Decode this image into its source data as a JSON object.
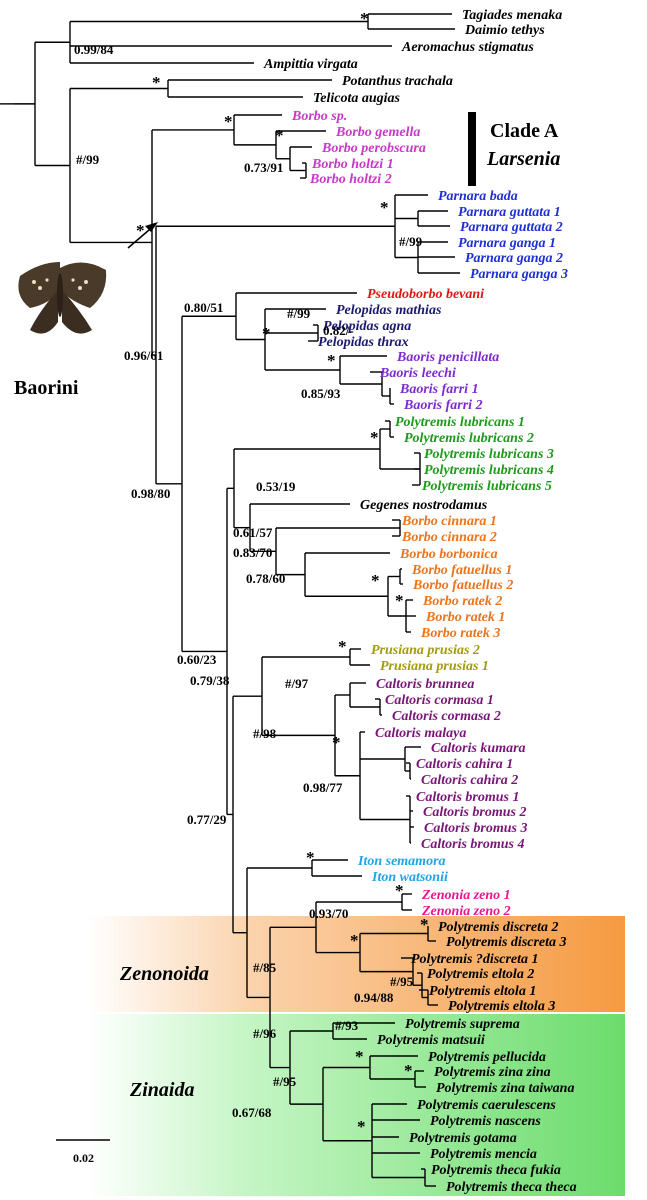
{
  "colors": {
    "outgroup": "#000000",
    "borbo_clade_a": "#c837c8",
    "parnara": "#1f2fd6",
    "pseudoborbo": "#e01515",
    "pelopidas": "#1a1a6e",
    "baoris": "#7b2bd0",
    "polytremis_lubricans": "#1c9a1c",
    "borbo_orange": "#e9741e",
    "prusiana": "#a39a16",
    "caltoris": "#7a1578",
    "iton": "#21a3e6",
    "zenonia": "#e6168f",
    "zenonoida_bg": "#f6a04c",
    "zinaida_bg": "#7de07d"
  },
  "tips": [
    {
      "label": "Tagiades menaka",
      "group": "outgroup"
    },
    {
      "label": "Daimio tethys",
      "group": "outgroup"
    },
    {
      "label": "Aeromachus stigmatus",
      "group": "outgroup"
    },
    {
      "label": "Ampittia virgata",
      "group": "outgroup"
    },
    {
      "label": "Potanthus trachala",
      "group": "outgroup"
    },
    {
      "label": "Telicota augias",
      "group": "outgroup"
    },
    {
      "label": "Borbo sp.",
      "group": "borbo_clade_a"
    },
    {
      "label": "Borbo gemella",
      "group": "borbo_clade_a"
    },
    {
      "label": "Borbo perobscura",
      "group": "borbo_clade_a"
    },
    {
      "label": "Borbo holtzi 1",
      "group": "borbo_clade_a"
    },
    {
      "label": "Borbo holtzi 2",
      "group": "borbo_clade_a"
    },
    {
      "label": "Parnara bada",
      "group": "parnara"
    },
    {
      "label": "Parnara guttata 1",
      "group": "parnara"
    },
    {
      "label": "Parnara guttata 2",
      "group": "parnara"
    },
    {
      "label": "Parnara ganga 1",
      "group": "parnara"
    },
    {
      "label": "Parnara ganga 2",
      "group": "parnara"
    },
    {
      "label": "Parnara ganga 3",
      "group": "parnara"
    },
    {
      "label": "Pseudoborbo bevani",
      "group": "pseudoborbo"
    },
    {
      "label": "Pelopidas mathias",
      "group": "pelopidas"
    },
    {
      "label": "Pelopidas agna",
      "group": "pelopidas"
    },
    {
      "label": "Pelopidas thrax",
      "group": "pelopidas"
    },
    {
      "label": "Baoris penicillata",
      "group": "baoris"
    },
    {
      "label": "Baoris leechi",
      "group": "baoris"
    },
    {
      "label": "Baoris farri 1",
      "group": "baoris"
    },
    {
      "label": "Baoris farri 2",
      "group": "baoris"
    },
    {
      "label": "Polytremis lubricans 1",
      "group": "polytremis_lubricans"
    },
    {
      "label": "Polytremis lubricans 2",
      "group": "polytremis_lubricans"
    },
    {
      "label": "Polytremis lubricans 3",
      "group": "polytremis_lubricans"
    },
    {
      "label": "Polytremis lubricans 4",
      "group": "polytremis_lubricans"
    },
    {
      "label": "Polytremis lubricans 5",
      "group": "polytremis_lubricans"
    },
    {
      "label": "Gegenes nostrodamus",
      "group": "outgroup"
    },
    {
      "label": "Borbo cinnara 1",
      "group": "borbo_orange"
    },
    {
      "label": "Borbo cinnara 2",
      "group": "borbo_orange"
    },
    {
      "label": "Borbo borbonica",
      "group": "borbo_orange"
    },
    {
      "label": "Borbo fatuellus 1",
      "group": "borbo_orange"
    },
    {
      "label": "Borbo fatuellus 2",
      "group": "borbo_orange"
    },
    {
      "label": "Borbo ratek 2",
      "group": "borbo_orange"
    },
    {
      "label": "Borbo ratek 1",
      "group": "borbo_orange"
    },
    {
      "label": "Borbo ratek 3",
      "group": "borbo_orange"
    },
    {
      "label": "Prusiana prusias 2",
      "group": "prusiana"
    },
    {
      "label": "Prusiana prusias 1",
      "group": "prusiana"
    },
    {
      "label": "Caltoris brunnea",
      "group": "caltoris"
    },
    {
      "label": "Caltoris cormasa 1",
      "group": "caltoris"
    },
    {
      "label": "Caltoris cormasa 2",
      "group": "caltoris"
    },
    {
      "label": "Caltoris malaya",
      "group": "caltoris"
    },
    {
      "label": "Caltoris kumara",
      "group": "caltoris"
    },
    {
      "label": "Caltoris cahira 1",
      "group": "caltoris"
    },
    {
      "label": "Caltoris cahira 2",
      "group": "caltoris"
    },
    {
      "label": "Caltoris bromus 1",
      "group": "caltoris"
    },
    {
      "label": "Caltoris bromus 2",
      "group": "caltoris"
    },
    {
      "label": "Caltoris bromus 3",
      "group": "caltoris"
    },
    {
      "label": "Caltoris bromus 4",
      "group": "caltoris"
    },
    {
      "label": "Iton semamora",
      "group": "iton"
    },
    {
      "label": "Iton watsonii",
      "group": "iton"
    },
    {
      "label": "Zenonia zeno 1",
      "group": "zenonia"
    },
    {
      "label": "Zenonia zeno 2",
      "group": "zenonia"
    },
    {
      "label": "Polytremis discreta 2",
      "group": "outgroup"
    },
    {
      "label": "Polytremis discreta 3",
      "group": "outgroup"
    },
    {
      "label": "Polytremis ?discreta 1",
      "group": "outgroup"
    },
    {
      "label": "Polytremis eltola 2",
      "group": "outgroup"
    },
    {
      "label": "Polytremis eltola 1",
      "group": "outgroup"
    },
    {
      "label": "Polytremis eltola 3",
      "group": "outgroup"
    },
    {
      "label": "Polytremis suprema",
      "group": "outgroup"
    },
    {
      "label": "Polytremis matsuii",
      "group": "outgroup"
    },
    {
      "label": "Polytremis pellucida",
      "group": "outgroup"
    },
    {
      "label": "Polytremis zina zina",
      "group": "outgroup"
    },
    {
      "label": "Polytremis zina taiwana",
      "group": "outgroup"
    },
    {
      "label": "Polytremis caerulescens",
      "group": "outgroup"
    },
    {
      "label": "Polytremis nascens",
      "group": "outgroup"
    },
    {
      "label": "Polytremis gotama",
      "group": "outgroup"
    },
    {
      "label": "Polytremis mencia",
      "group": "outgroup"
    },
    {
      "label": "Polytremis theca fukia",
      "group": "outgroup"
    },
    {
      "label": "Polytremis theca theca",
      "group": "outgroup"
    }
  ],
  "support_values": [
    "0.99/84",
    "#/99",
    "0.73/91",
    "#/99",
    "0.80/51",
    "0.96/61",
    "#/99",
    "0.82/-",
    "0.85/93",
    "0.53/19",
    "0.98/80",
    "0.61/57",
    "0.83/70",
    "0.78/60",
    "0.60/23",
    "0.79/38",
    "#/97",
    "#/98",
    "0.98/77",
    "0.77/29",
    "0.93/70",
    "#/85",
    "#/95",
    "0.94/88",
    "#/96",
    "#/93",
    "#/95",
    "0.67/68"
  ],
  "asterisk": "*",
  "clade_a": {
    "title": "Clade A",
    "name": "Larsenia"
  },
  "tribe_label": "Baorini",
  "zenonoida_label": "Zenonoida",
  "zinaida_label": "Zinaida",
  "scale_bar_label": "0.02"
}
